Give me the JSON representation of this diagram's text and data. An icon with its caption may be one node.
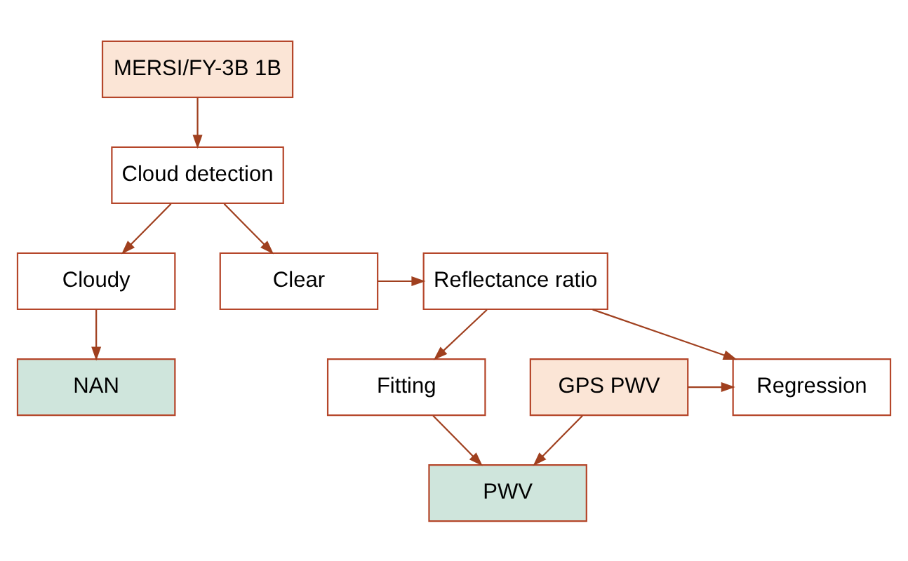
{
  "diagram": {
    "nodes": [
      {
        "text": [
          "MERSI/FY-3B 1B"
        ]
      },
      {
        "text": [
          "Cloud detection"
        ]
      },
      {
        "text": [
          "Cloudy"
        ]
      },
      {
        "text": [
          "Clear"
        ]
      },
      {
        "text": [
          "Reflectance ratio"
        ]
      },
      {
        "text": [
          "NAN"
        ]
      },
      {
        "text": [
          "GPS PWV"
        ]
      },
      {
        "text": [
          "Regression"
        ]
      },
      {
        "text": [
          "Fitting"
        ]
      },
      {
        "text": [
          "PWV"
        ]
      }
    ],
    "edges": [
      {
        "from": 0,
        "to": 1,
        "arrow": "to"
      },
      {
        "from": 1,
        "to": 2,
        "arrow": "to"
      },
      {
        "from": 1,
        "to": 3,
        "arrow": "to"
      },
      {
        "from": 3,
        "to": 4,
        "arrow": "to"
      },
      {
        "from": 2,
        "to": 5,
        "arrow": "to"
      },
      {
        "from": 4,
        "to": 7,
        "arrow": "to"
      },
      {
        "from": 4,
        "to": 8,
        "arrow": "to"
      },
      {
        "from": 6,
        "to": 7,
        "arrow": "to"
      },
      {
        "from": 8,
        "to": 9,
        "arrow": "to"
      },
      {
        "from": 6,
        "to": 9,
        "arrow": "to"
      }
    ]
  }
}
